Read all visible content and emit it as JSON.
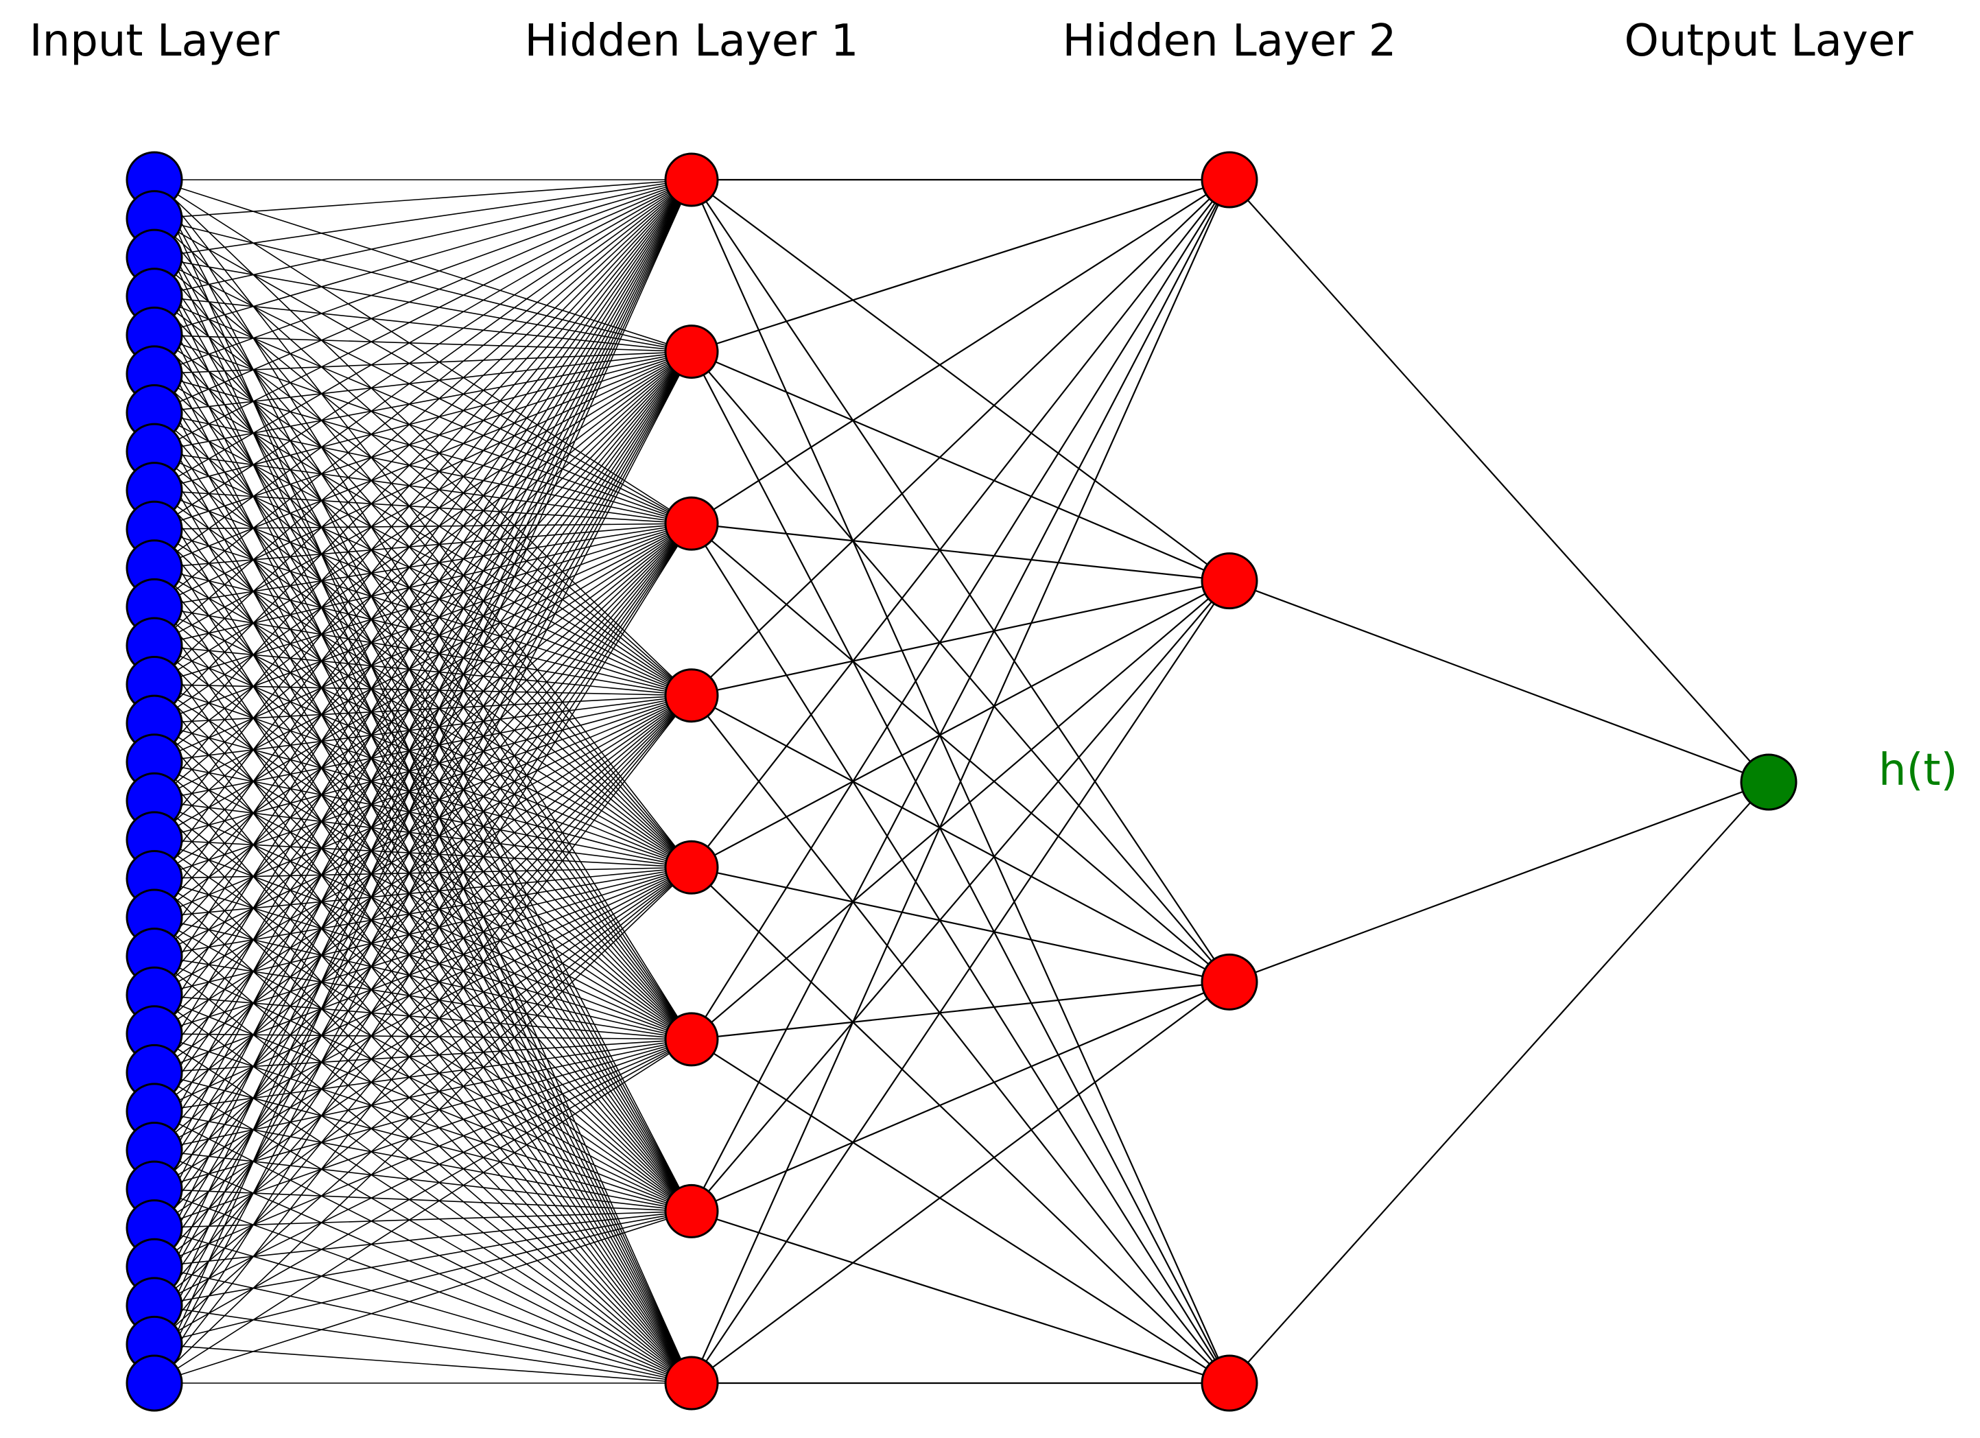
{
  "layers": [
    {
      "id": "input",
      "title": "Input Layer",
      "node_count": 32,
      "fill": "#0000ff"
    },
    {
      "id": "hidden1",
      "title": "Hidden Layer 1",
      "node_count": 8,
      "fill": "#ff0000"
    },
    {
      "id": "hidden2",
      "title": "Hidden Layer 2",
      "node_count": 4,
      "fill": "#ff0000"
    },
    {
      "id": "output",
      "title": "Output Layer",
      "node_count": 1,
      "fill": "#008000"
    }
  ],
  "output_label": "h(t)",
  "colors": {
    "edge": "#000000",
    "node_stroke": "#000000",
    "output_label": "#008000",
    "background": "#ffffff"
  }
}
